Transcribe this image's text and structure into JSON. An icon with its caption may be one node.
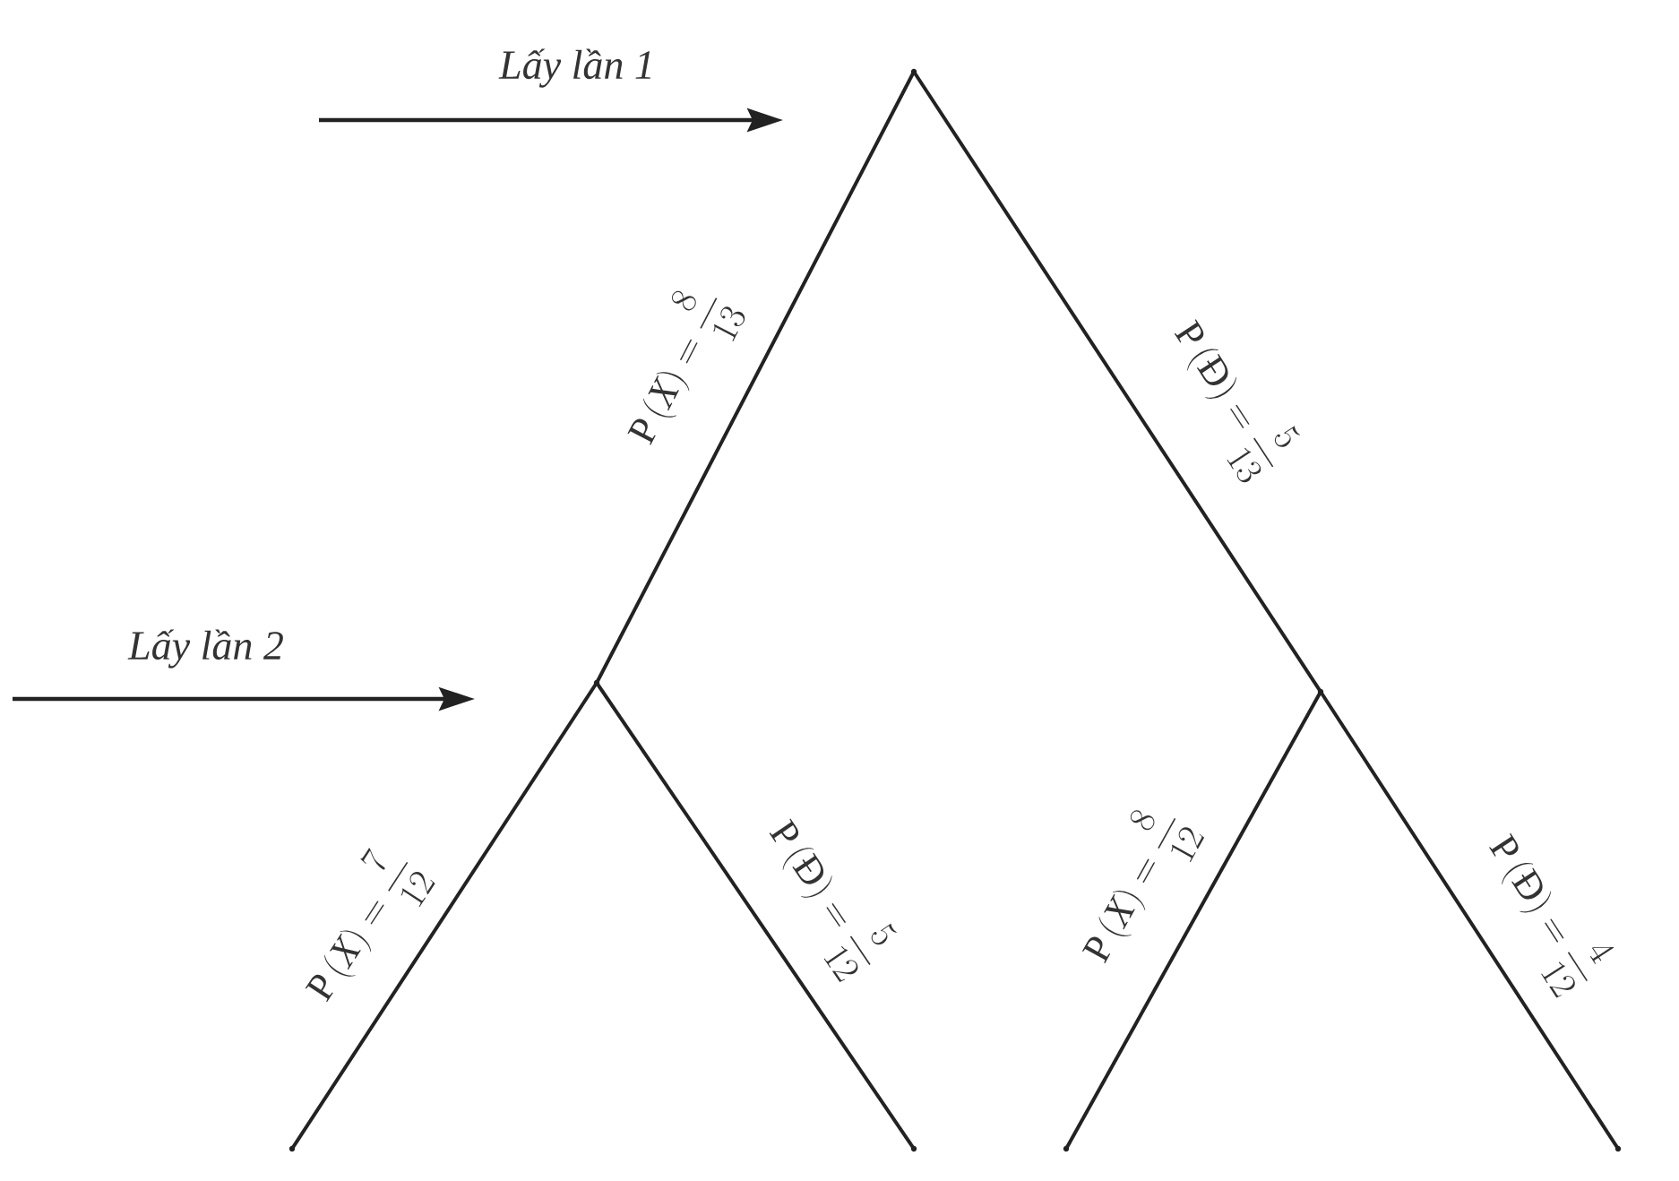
{
  "diagram": {
    "nodes": [
      {
        "text": [],
        "shape": "point"
      },
      {
        "text": [],
        "shape": "point"
      },
      {
        "text": [],
        "shape": "point"
      },
      {
        "text": [],
        "shape": "point"
      },
      {
        "text": [],
        "shape": "point"
      },
      {
        "text": [],
        "shape": "point"
      },
      {
        "text": [],
        "shape": "point"
      }
    ],
    "edges": [
      {
        "from": 0,
        "to": 1,
        "arrow": "none",
        "label": "\\mathrm{P}\\,(\\mathit{X}) = \\frac{8}{13}"
      },
      {
        "from": 0,
        "to": 2,
        "arrow": "none",
        "label": "\\mathrm{P}\\,(\\text{Đ}) = \\frac{5}{13}"
      },
      {
        "from": 1,
        "to": 3,
        "arrow": "none",
        "label": "\\mathrm{P}\\,(\\mathit{X}) = \\frac{7}{12}"
      },
      {
        "from": 1,
        "to": 4,
        "arrow": "none",
        "label": "\\mathrm{P}\\,(\\text{Đ}) = \\frac{5}{12}"
      },
      {
        "from": 2,
        "to": 5,
        "arrow": "none",
        "label": "\\mathrm{P}\\,(\\mathit{X}) = \\frac{8}{12}"
      },
      {
        "from": 2,
        "to": 6,
        "arrow": "none",
        "label": "\\mathrm{P}\\,(\\text{Đ}) = \\frac{4}{12}"
      }
    ],
    "labels": [
      "Lấy lần 1",
      "Lấy lần 2"
    ]
  }
}
